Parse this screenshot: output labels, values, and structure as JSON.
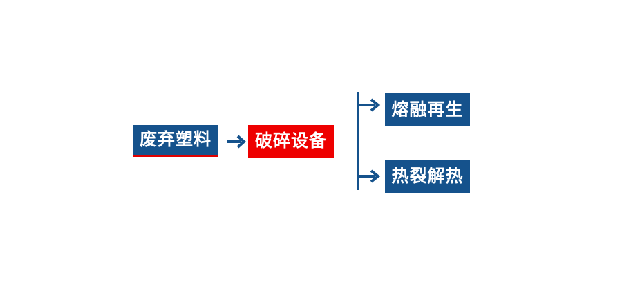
{
  "diagram": {
    "type": "process-flow",
    "orientation": "left-to-right",
    "background_color": "#FFFFFF",
    "palette": {
      "primary_blue": "#15528C",
      "accent_red": "#EE0000",
      "underline_red": "#E00000",
      "node_text": "#FFFFFF",
      "connector": "#15528C"
    },
    "nodes": [
      {
        "id": "input",
        "label": "废弃塑料",
        "role": "input",
        "fill": "#15528C",
        "text_color": "#FFFFFF",
        "has_red_underline": true
      },
      {
        "id": "process",
        "label": "破碎设备",
        "role": "process",
        "fill": "#EE0000",
        "text_color": "#FFFFFF",
        "has_red_underline": false
      },
      {
        "id": "output-1",
        "label": "熔融再生",
        "role": "output",
        "fill": "#15528C",
        "text_color": "#FFFFFF",
        "has_red_underline": false
      },
      {
        "id": "output-2",
        "label": "热裂解热",
        "role": "output",
        "fill": "#15528C",
        "text_color": "#FFFFFF",
        "has_red_underline": false
      }
    ],
    "connectors": [
      {
        "id": "main-arrow",
        "icon": "arrow-right-icon",
        "glyph": "→",
        "from": "input",
        "to": "process",
        "color": "#15528C"
      },
      {
        "id": "branch-split",
        "icon": "branch-split-icon",
        "from": "process",
        "to": [
          "output-1",
          "output-2"
        ],
        "color": "#15528C",
        "branch_count": 2
      }
    ]
  }
}
